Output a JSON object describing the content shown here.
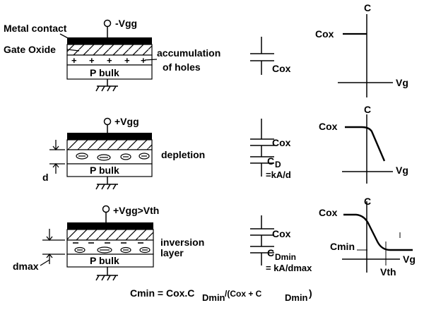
{
  "accumulation": {
    "gate_voltage": "-Vgg",
    "metal_contact_label": "Metal contact",
    "gate_oxide_label": "Gate Oxide",
    "charge_label_1": "accumulation",
    "charge_label_2": "of  holes",
    "bulk_label": "P bulk",
    "cap_label": "Cox",
    "graph": {
      "y_axis": "C",
      "x_axis": "Vg",
      "level_label": "Cox"
    }
  },
  "depletion": {
    "gate_voltage": "+Vgg",
    "region_label": "depletion",
    "width_label": "d",
    "bulk_label": "P bulk",
    "cap_top_label": "Cox",
    "cap_bottom_label": "C",
    "cap_bottom_sub": "D",
    "cap_formula": "=kA/d",
    "graph": {
      "y_axis": "C",
      "x_axis": "Vg",
      "level_label": "Cox"
    }
  },
  "inversion": {
    "gate_voltage": "+Vgg>Vth",
    "region_label_1": "inversion",
    "region_label_2": "layer",
    "width_label": "dmax",
    "bulk_label": "P bulk",
    "cap_top_label": "Cox",
    "cap_bottom_label": "C",
    "cap_bottom_sub": "Dmin",
    "cap_formula": "= kA/dmax",
    "graph": {
      "y_axis": "C",
      "x_axis": "Vg",
      "high_label": "Cox",
      "low_label": "Cmin",
      "threshold_label": "Vth"
    }
  },
  "equation": {
    "lhs": "Cmin = Cox.C",
    "sub1": "Dmin",
    "mid": "/(Cox + C",
    "sub2": "Dmin",
    "end": ")"
  }
}
